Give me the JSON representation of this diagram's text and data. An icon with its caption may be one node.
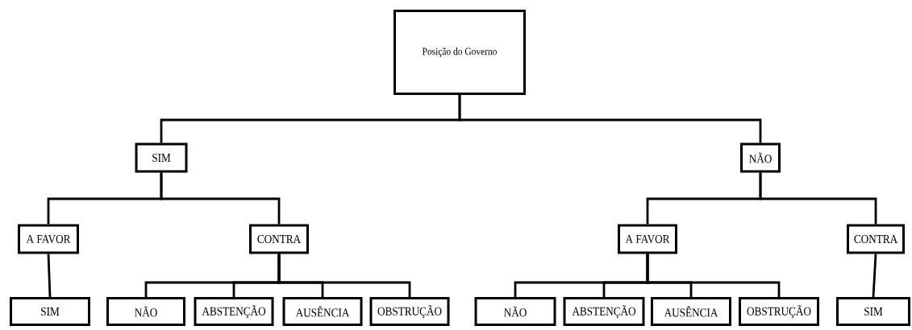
{
  "diagram": {
    "nodes": [
      {
        "text": [
          "Posição do Governo"
        ]
      },
      {
        "text": [
          "SIM"
        ]
      },
      {
        "text": [
          "NÃO"
        ]
      },
      {
        "text": [
          "A FAVOR"
        ]
      },
      {
        "text": [
          "CONTRA"
        ]
      },
      {
        "text": [
          "A FAVOR"
        ]
      },
      {
        "text": [
          "CONTRA"
        ]
      },
      {
        "text": [
          "SIM"
        ]
      },
      {
        "text": [
          "NÃO"
        ]
      },
      {
        "text": [
          "ABSTENÇÃO"
        ]
      },
      {
        "text": [
          "AUSÊNCIA"
        ]
      },
      {
        "text": [
          "OBSTRUÇÃO"
        ]
      },
      {
        "text": [
          "NÃO"
        ]
      },
      {
        "text": [
          "ABSTENÇÃO"
        ]
      },
      {
        "text": [
          "AUSÊNCIA"
        ]
      },
      {
        "text": [
          "OBSTRUÇÃO"
        ]
      },
      {
        "text": [
          "SIM"
        ]
      }
    ],
    "edges": [
      {
        "from": 0,
        "to": 1,
        "arrow": "none"
      },
      {
        "from": 0,
        "to": 2,
        "arrow": "none"
      },
      {
        "from": 1,
        "to": 3,
        "arrow": "none"
      },
      {
        "from": 1,
        "to": 4,
        "arrow": "none"
      },
      {
        "from": 2,
        "to": 5,
        "arrow": "none"
      },
      {
        "from": 2,
        "to": 6,
        "arrow": "none"
      },
      {
        "from": 3,
        "to": 7,
        "arrow": "none"
      },
      {
        "from": 4,
        "to": 8,
        "arrow": "none"
      },
      {
        "from": 4,
        "to": 9,
        "arrow": "none"
      },
      {
        "from": 4,
        "to": 10,
        "arrow": "none"
      },
      {
        "from": 4,
        "to": 11,
        "arrow": "none"
      },
      {
        "from": 5,
        "to": 12,
        "arrow": "none"
      },
      {
        "from": 5,
        "to": 13,
        "arrow": "none"
      },
      {
        "from": 5,
        "to": 14,
        "arrow": "none"
      },
      {
        "from": 5,
        "to": 15,
        "arrow": "none"
      },
      {
        "from": 6,
        "to": 16,
        "arrow": "none"
      }
    ]
  }
}
